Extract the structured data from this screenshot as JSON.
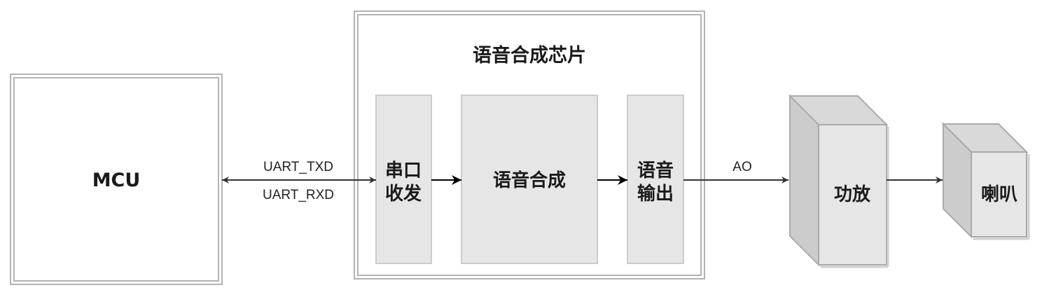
{
  "mcu": {
    "label": "MCU"
  },
  "chip": {
    "title": "语音合成芯片",
    "uart_block": {
      "line1": "串口",
      "line2": "收发"
    },
    "synth_block": {
      "label": "语音合成"
    },
    "output_block": {
      "line1": "语音",
      "line2": "输出"
    }
  },
  "signals": {
    "tx": "UART_TXD",
    "rx": "UART_RXD",
    "audio_out": "AO"
  },
  "amplifier": {
    "label": "功放"
  },
  "speaker": {
    "label": "喇叭"
  },
  "colors": {
    "border": "#b3b3b3",
    "block_fill": "#e6e6e6",
    "block_side": "#cccccc",
    "arrow": "#333333",
    "text": "#1a1a1a"
  }
}
